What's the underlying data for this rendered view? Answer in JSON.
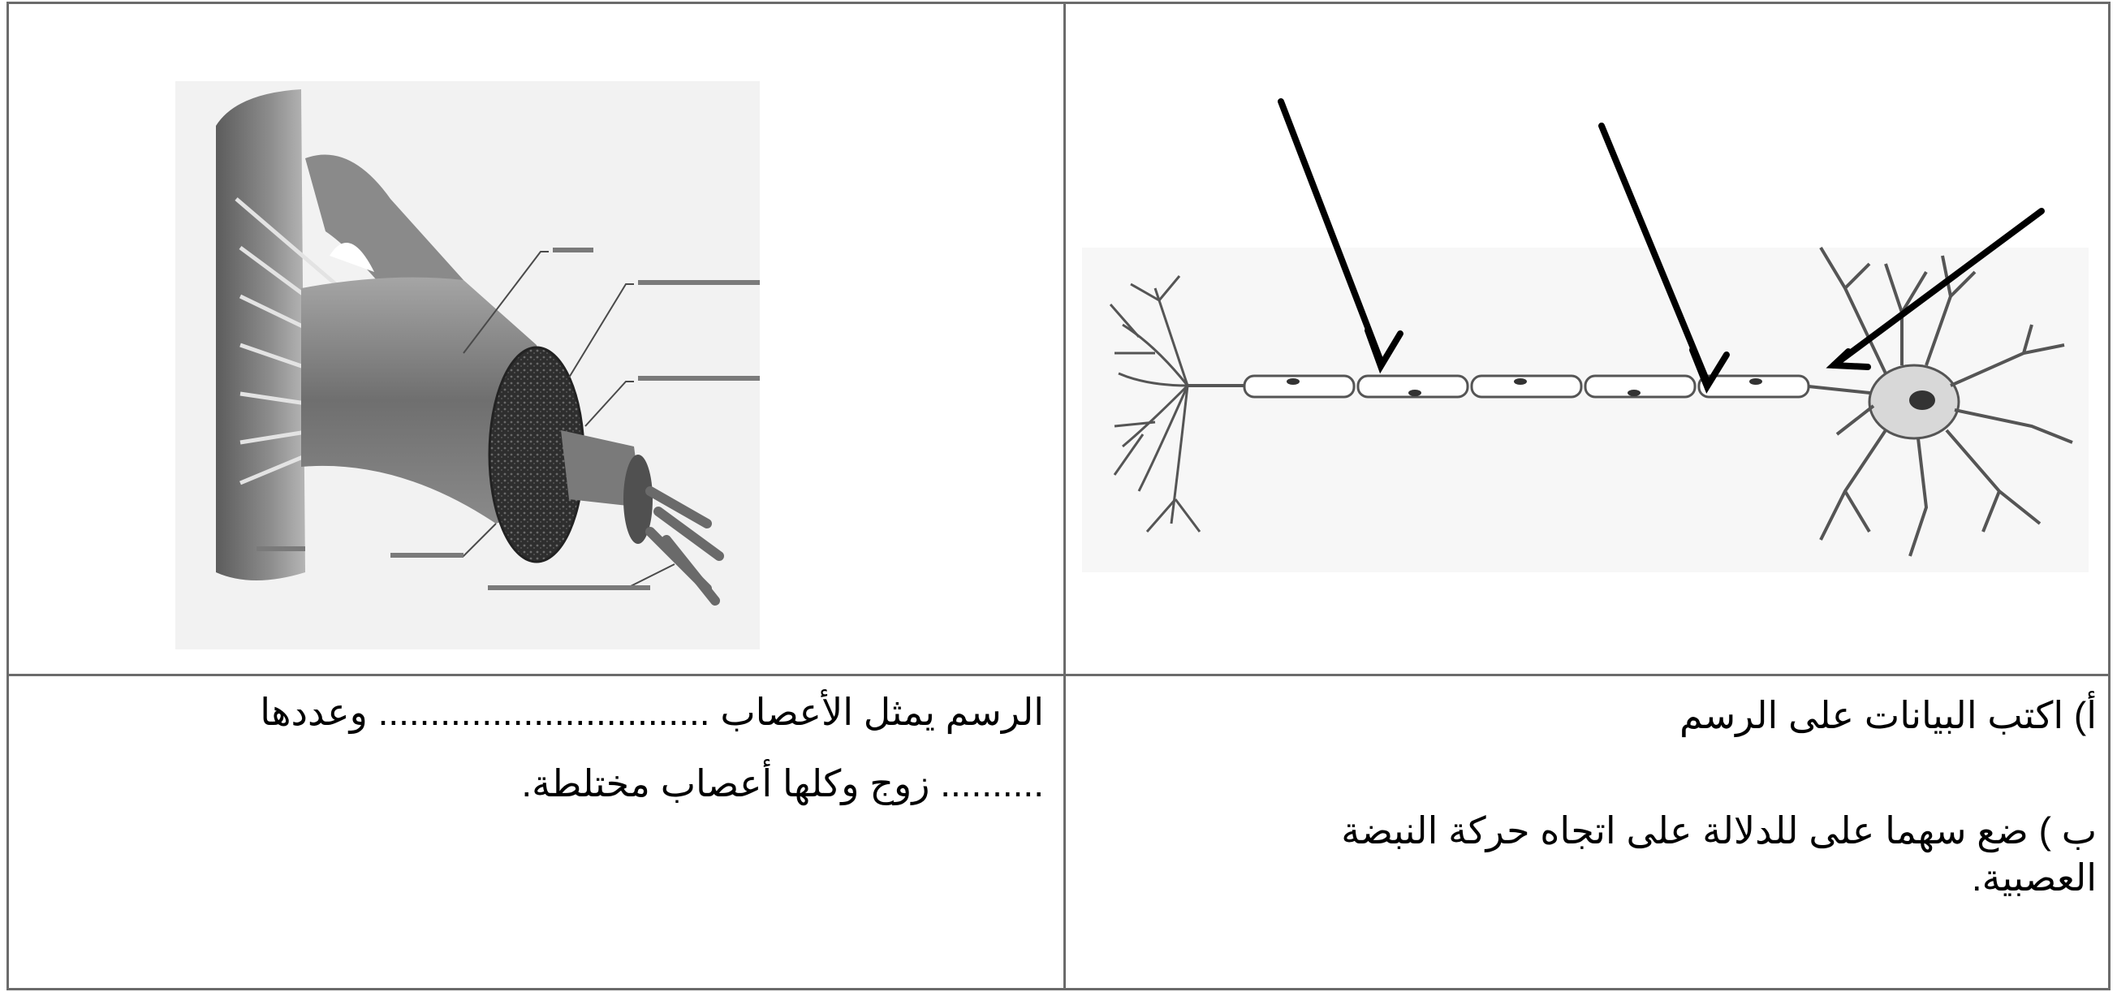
{
  "left_panel": {
    "figure_icon": "nerve-cross-section-illustration",
    "line1": "الرسم يمثل الأعصاب ................................ وعددها",
    "line2": ".......... زوج وكلها أعصاب مختلطة."
  },
  "right_panel": {
    "figure_icon": "neuron-diagram-with-arrows",
    "question_a": "أ)  اكتب البيانات على الرسم",
    "question_b_line1": "ب ) ضع سهما على للدلالة على اتجاه حركة النبضة",
    "question_b_line2": "العصبية."
  }
}
